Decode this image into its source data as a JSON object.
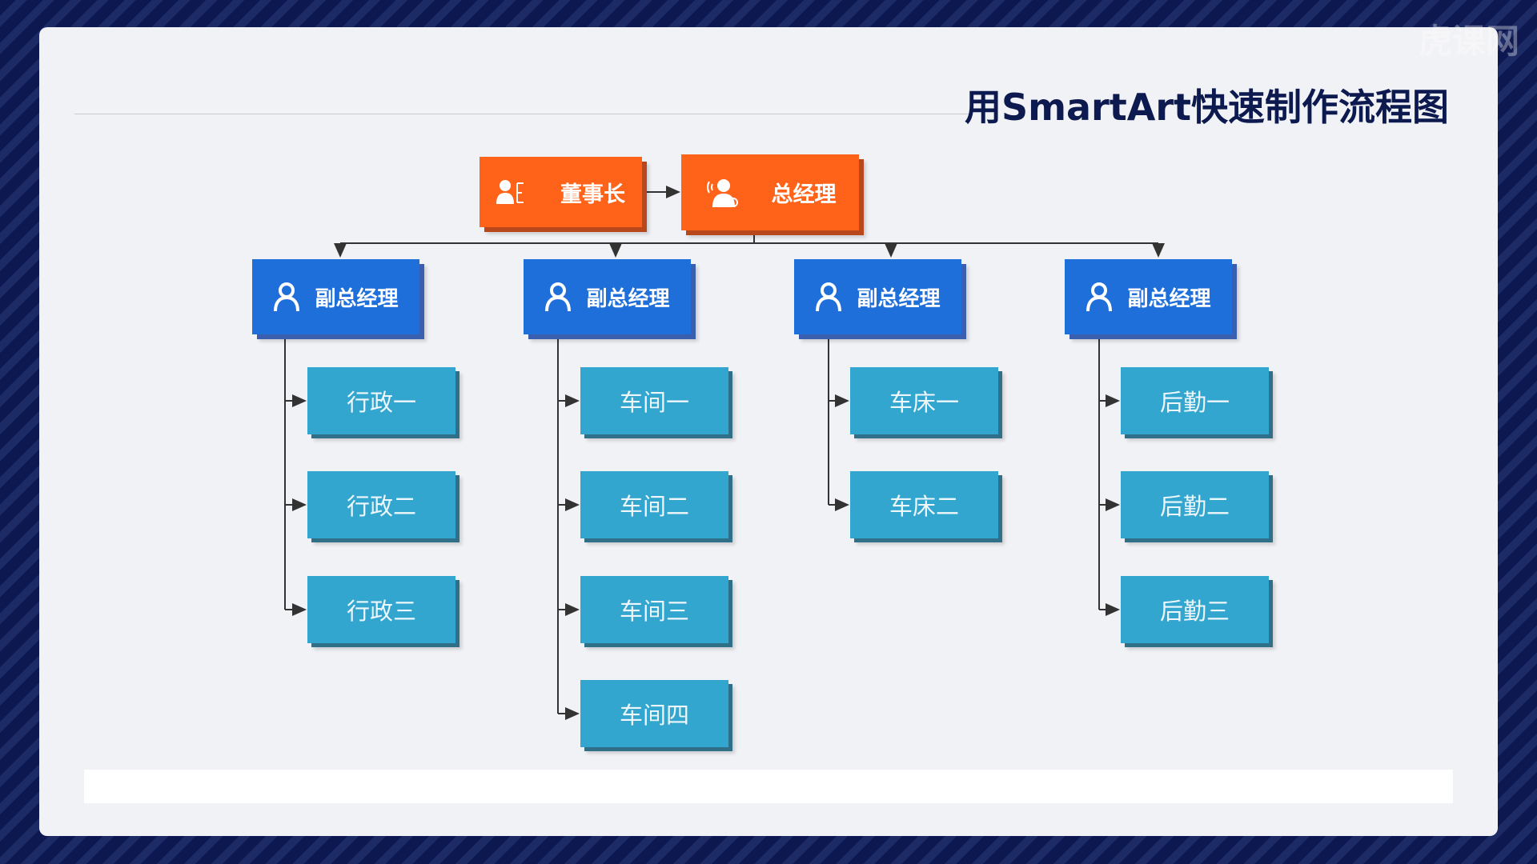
{
  "title": "用SmartArt快速制作流程图",
  "watermark": "虎课网",
  "top": [
    {
      "label": "董事长",
      "icon": "chairman-icon"
    },
    {
      "label": "总经理",
      "icon": "manager-icon"
    }
  ],
  "branches": [
    {
      "label": "副总经理",
      "children": [
        "行政一",
        "行政二",
        "行政三"
      ]
    },
    {
      "label": "副总经理",
      "children": [
        "车间一",
        "车间二",
        "车间三",
        "车间四"
      ]
    },
    {
      "label": "副总经理",
      "children": [
        "车床一",
        "车床二"
      ]
    },
    {
      "label": "副总经理",
      "children": [
        "后勤一",
        "后勤二",
        "后勤三"
      ]
    }
  ],
  "colors": {
    "orange": "#ff6319",
    "blue": "#1f6fdb",
    "teal": "#33a6cf",
    "navy": "#0e1850"
  }
}
